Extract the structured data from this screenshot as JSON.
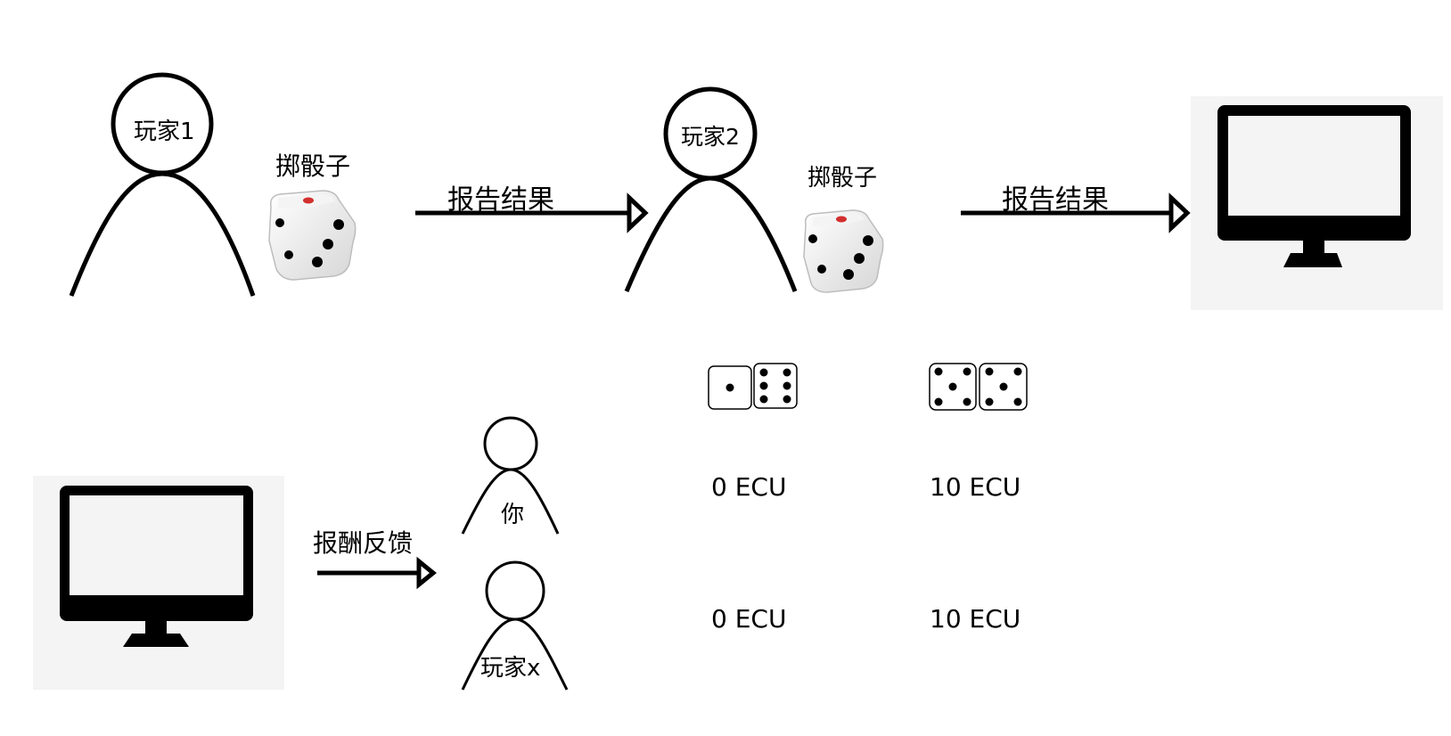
{
  "players": {
    "player1": "玩家1",
    "player2": "玩家2",
    "you": "你",
    "playerx": "玩家x"
  },
  "actions": {
    "roll1": "掷骰子",
    "roll2": "掷骰子",
    "report1": "报告结果",
    "report2": "报告结果",
    "feedback": "报酬反馈"
  },
  "outcomes": {
    "low_pair": {
      "dice": [
        1,
        6
      ],
      "you_payoff": "0 ECU",
      "x_payoff": "0 ECU"
    },
    "high_pair": {
      "dice": [
        5,
        5
      ],
      "you_payoff": "10 ECU",
      "x_payoff": "10 ECU"
    }
  },
  "icons": [
    "person-icon",
    "dice-icon",
    "arrow-icon",
    "monitor-icon"
  ]
}
